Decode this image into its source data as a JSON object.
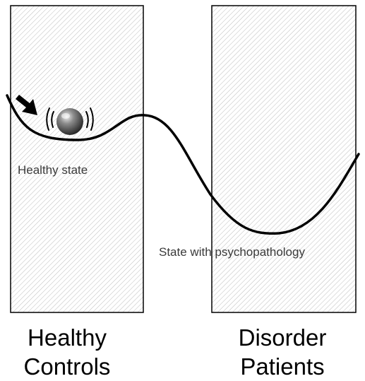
{
  "labels": {
    "healthy_state": "Healthy state",
    "psychopathology_state": "State with psychopathology"
  },
  "groups": {
    "healthy": {
      "line1": "Healthy",
      "line2": "Controls"
    },
    "disorder": {
      "line1": "Disorder",
      "line2": "Patients"
    }
  }
}
